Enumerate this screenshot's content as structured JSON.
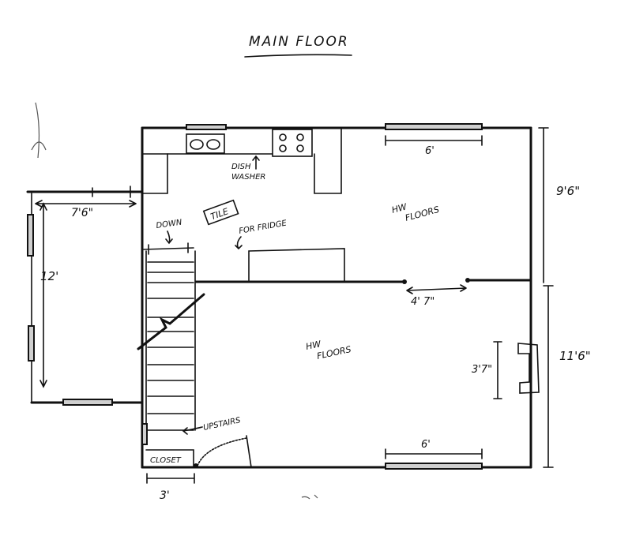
{
  "title": "MAIN FLOOR",
  "labels": {
    "dishwasher_line1": "DISH",
    "dishwasher_line2": "WASHER",
    "tile": "TILE",
    "down": "DOWN",
    "for_fridge": "FOR FRIDGE",
    "hw_floors_upper_1": "HW",
    "hw_floors_upper_2": "FLOORS",
    "hw_floors_lower_1": "HW",
    "hw_floors_lower_2": "FLOORS",
    "upstairs": "UPSTAIRS",
    "closet": "CLOSET"
  },
  "dimensions": {
    "window_top": "6'",
    "window_bottom": "6'",
    "porch_width": "7'6\"",
    "porch_depth": "12'",
    "upper_height": "9'6\"",
    "lower_height": "11'6\"",
    "opening": "4' 7\"",
    "fireplace": "3'7\"",
    "closet_width": "3'"
  }
}
